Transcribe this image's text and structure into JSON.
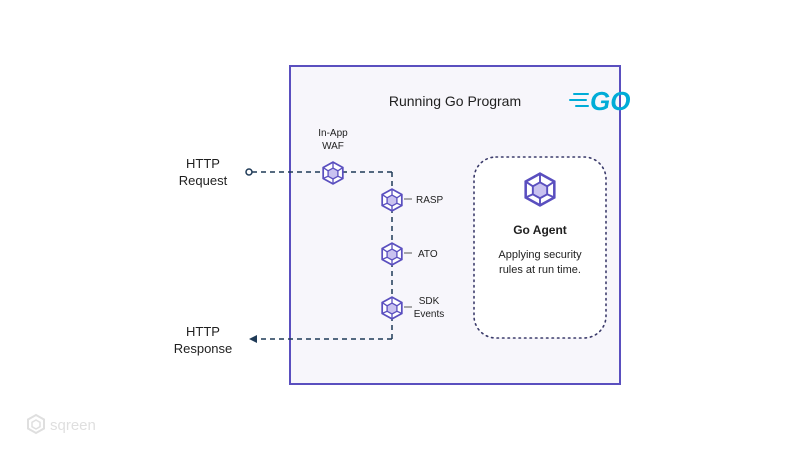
{
  "program_box": {
    "title": "Running Go Program"
  },
  "go_logo": {
    "text": "GO",
    "color": "#00ACD7"
  },
  "left": {
    "request": [
      "HTTP",
      "Request"
    ],
    "response": [
      "HTTP",
      "Response"
    ]
  },
  "components": {
    "waf": [
      "In-App",
      "WAF"
    ],
    "rasp": "RASP",
    "ato": "ATO",
    "sdk": [
      "SDK",
      "Events"
    ]
  },
  "agent": {
    "title": "Go Agent",
    "description": [
      "Applying security",
      "rules at run time."
    ]
  },
  "watermark": {
    "text": "sqreen",
    "color": "#dcdcdc"
  },
  "colors": {
    "accent": "#5a4fbf",
    "flow": "#1f3a57",
    "cube_fill": "#c9c2f0"
  }
}
